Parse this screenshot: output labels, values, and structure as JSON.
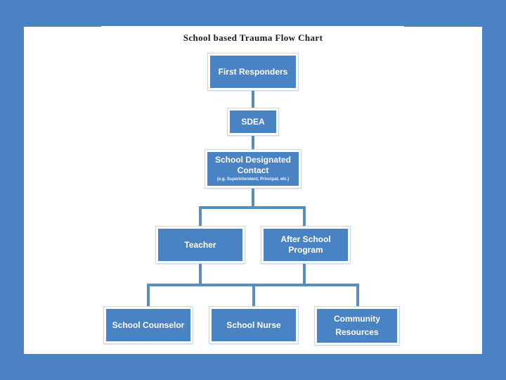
{
  "slide": {
    "title": "School based Trauma Flow Chart",
    "background_color": "#4b82c3",
    "panel_color": "#ffffff"
  },
  "theme": {
    "node_fill": "#4a83c4",
    "node_border": "#ffffff",
    "connector_color": "#5b8db8",
    "title_color": "#1a1a1a",
    "node_text_color": "#ffffff"
  },
  "chart_data": {
    "type": "diagram",
    "title": "School based Trauma Flow Chart",
    "orientation": "top-down",
    "levels": [
      {
        "level": 1,
        "nodes": [
          {
            "id": "first-responders",
            "label": "First Responders"
          }
        ]
      },
      {
        "level": 2,
        "nodes": [
          {
            "id": "sdea",
            "label": "SDEA"
          }
        ]
      },
      {
        "level": 3,
        "nodes": [
          {
            "id": "school-designated-contact",
            "label": "School Designated Contact",
            "sublabel": "(e.g. Superintendent, Principal, etc.)"
          }
        ]
      },
      {
        "level": 4,
        "nodes": [
          {
            "id": "teacher",
            "label": "Teacher"
          },
          {
            "id": "after-school-program",
            "label": "After School Program"
          }
        ]
      },
      {
        "level": 5,
        "nodes": [
          {
            "id": "school-counselor",
            "label": "School Counselor"
          },
          {
            "id": "school-nurse",
            "label": "School Nurse"
          },
          {
            "id": "community-resources",
            "label": "Community Resources",
            "label_line1": "Community",
            "label_line2": "Resources"
          }
        ]
      }
    ],
    "edges": [
      {
        "from": "first-responders",
        "to": "sdea"
      },
      {
        "from": "sdea",
        "to": "school-designated-contact"
      },
      {
        "from": "school-designated-contact",
        "to": "teacher"
      },
      {
        "from": "school-designated-contact",
        "to": "after-school-program"
      },
      {
        "from": "teacher",
        "to": "school-counselor"
      },
      {
        "from": "teacher",
        "to": "school-nurse"
      },
      {
        "from": "teacher",
        "to": "community-resources"
      },
      {
        "from": "after-school-program",
        "to": "school-counselor"
      },
      {
        "from": "after-school-program",
        "to": "school-nurse"
      },
      {
        "from": "after-school-program",
        "to": "community-resources"
      }
    ]
  },
  "nodes": {
    "first_responders": {
      "label": "First Responders"
    },
    "sdea": {
      "label": "SDEA"
    },
    "contact": {
      "label": "School Designated Contact",
      "sublabel": "(e.g. Superintendent, Principal, etc.)"
    },
    "teacher": {
      "label": "Teacher"
    },
    "after_school": {
      "label": "After School Program"
    },
    "counselor": {
      "label": "School Counselor"
    },
    "nurse": {
      "label": "School Nurse"
    },
    "community": {
      "line1": "Community",
      "line2": "Resources"
    }
  }
}
